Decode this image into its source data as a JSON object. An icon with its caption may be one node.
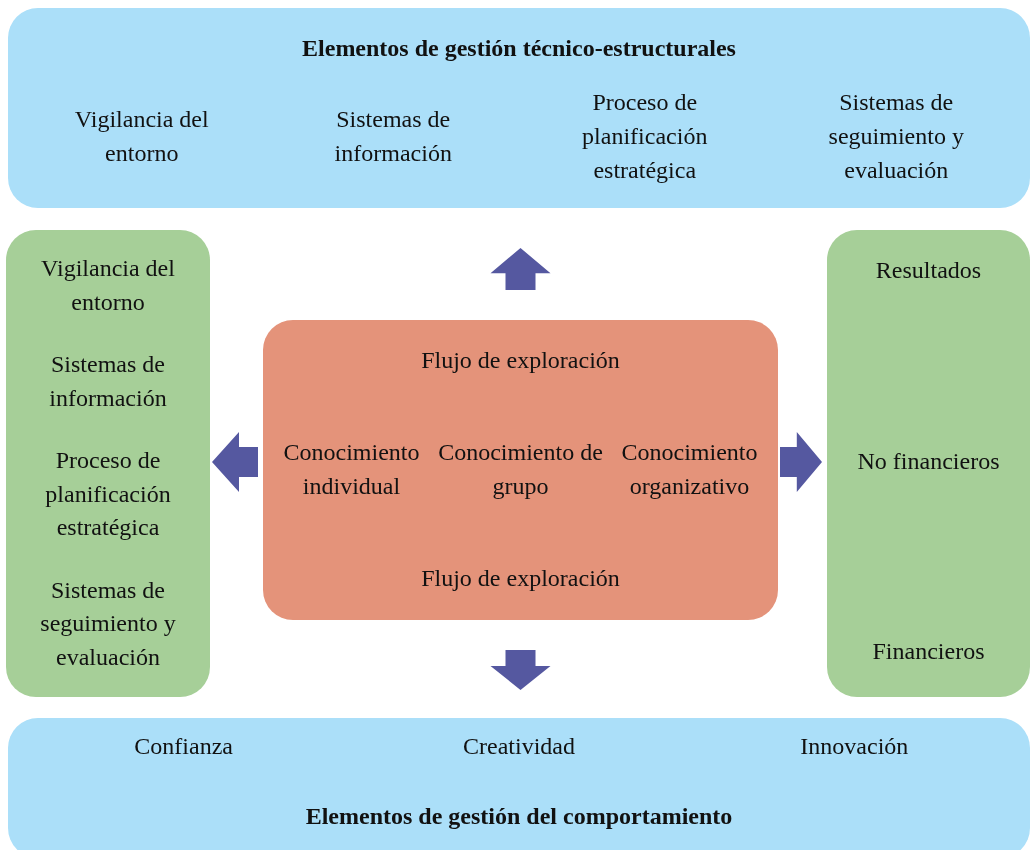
{
  "diagram": {
    "nodes": [
      {
        "text": [
          "Elementos de gestión técnico-estructurales",
          "Vigilancia del entorno",
          "Sistemas de información",
          "Proceso de planificación estratégica",
          "Sistemas de seguimiento y evaluación"
        ]
      },
      {
        "text": [
          "Vigilancia del entorno",
          "Sistemas de información",
          "Proceso de planificación estratégica",
          "Sistemas de seguimiento y evaluación"
        ]
      },
      {
        "text": [
          "Flujo de exploración",
          "Conocimiento individual",
          "Conocimiento de grupo",
          "Conocimiento organizativo",
          "Flujo de exploración"
        ]
      },
      {
        "text": [
          "Resultados",
          "No financieros",
          "Financieros"
        ]
      },
      {
        "text": [
          "Confianza",
          "Creatividad",
          "Innovación",
          "Elementos de gestión del comportamiento"
        ]
      }
    ],
    "edges": [
      {
        "from": 2,
        "to": 0,
        "arrow": "to",
        "style": "thick"
      },
      {
        "from": 2,
        "to": 1,
        "arrow": "to",
        "style": "thick"
      },
      {
        "from": 2,
        "to": 3,
        "arrow": "to",
        "style": "thick"
      },
      {
        "from": 2,
        "to": 4,
        "arrow": "to",
        "style": "thick"
      }
    ]
  }
}
